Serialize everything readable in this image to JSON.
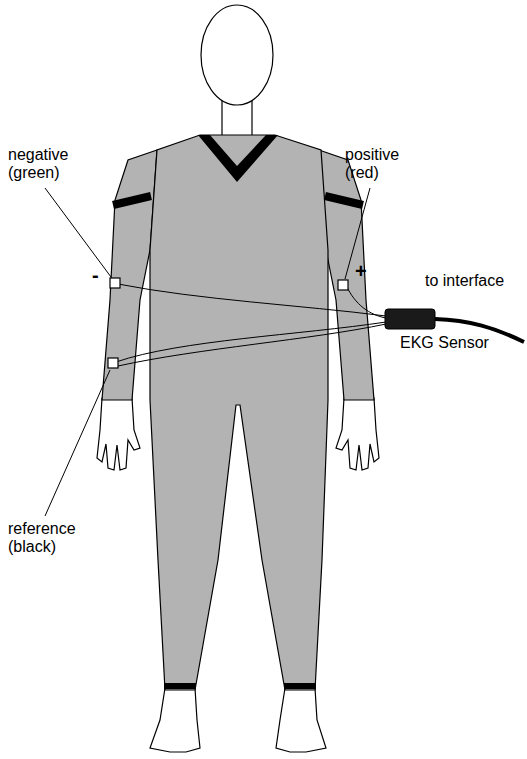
{
  "diagram": {
    "labels": [
      "negative (green)",
      "positive (red)",
      "-",
      "+",
      "to interface",
      "EKG Sensor",
      "reference (black)"
    ]
  }
}
